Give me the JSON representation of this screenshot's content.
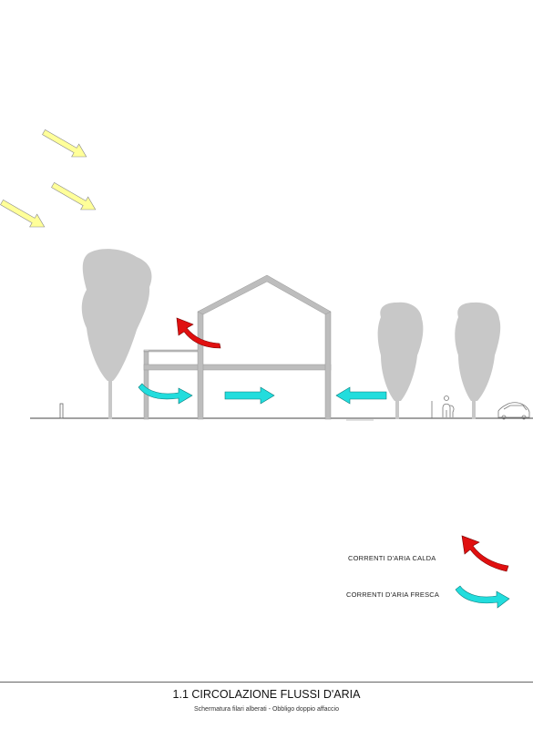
{
  "title": "1.1 CIRCOLAZIONE FLUSSI D'ARIA",
  "subtitle": "Schermatura filari alberati - Obbligo doppio affaccio",
  "legend": {
    "hot_air": "CORRENTI D'ARIA CALDA",
    "cool_air": "CORRENTI D'ARIA FRESCA"
  },
  "colors": {
    "sun_arrow": "#ffff99",
    "hot_arrow": "#e01010",
    "cool_arrow": "#22dddd",
    "tree": "#c8c8c8",
    "structure": "#bdbdbd"
  },
  "icons": [
    "sun-ray-arrow",
    "hot-air-arrow",
    "cool-air-arrow",
    "tree-icon",
    "person-icon",
    "car-icon"
  ]
}
